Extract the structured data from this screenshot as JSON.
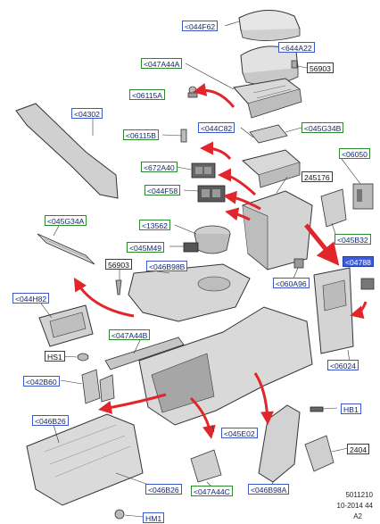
{
  "labels": {
    "044F62": "<044F62",
    "644A22": "<644A22",
    "047A44A": "<047A44A",
    "56903a": "56903",
    "06115A": "<06115A",
    "04302": "<04302",
    "044C82": "<044C82",
    "045G34B": "<045G34B",
    "06115B": "<06115B",
    "06050": "<06050",
    "672A40": "<672A40",
    "245176": "245176",
    "044F58": "<044F58",
    "045G34A": "<045G34A",
    "13562": "<13562",
    "045B32": "<045B32",
    "045M49": "<045M49",
    "04788": "<04788",
    "56903b": "56903",
    "046B98B": "<046B98B",
    "060A96": "<060A96",
    "044H82": "<044H82",
    "047A44B": "<047A44B",
    "06024": "<06024",
    "HS1": "HS1",
    "042B60": "<042B60",
    "HB1": "HB1",
    "046B26a": "<046B26",
    "045E02": "<045E02",
    "2404": "2404",
    "046B26b": "<046B26",
    "047A44C": "<047A44C",
    "046B98A": "<046B98A",
    "HM1": "HM1"
  },
  "footer": {
    "line1": "5011210",
    "line2": "10-2014 44",
    "line3": "A2"
  },
  "colors": {
    "arrow": "#e0262b",
    "label_border_blue": "#3b57c8",
    "label_border_green": "#2a8a2a",
    "highlight": "#3f5bd6"
  }
}
